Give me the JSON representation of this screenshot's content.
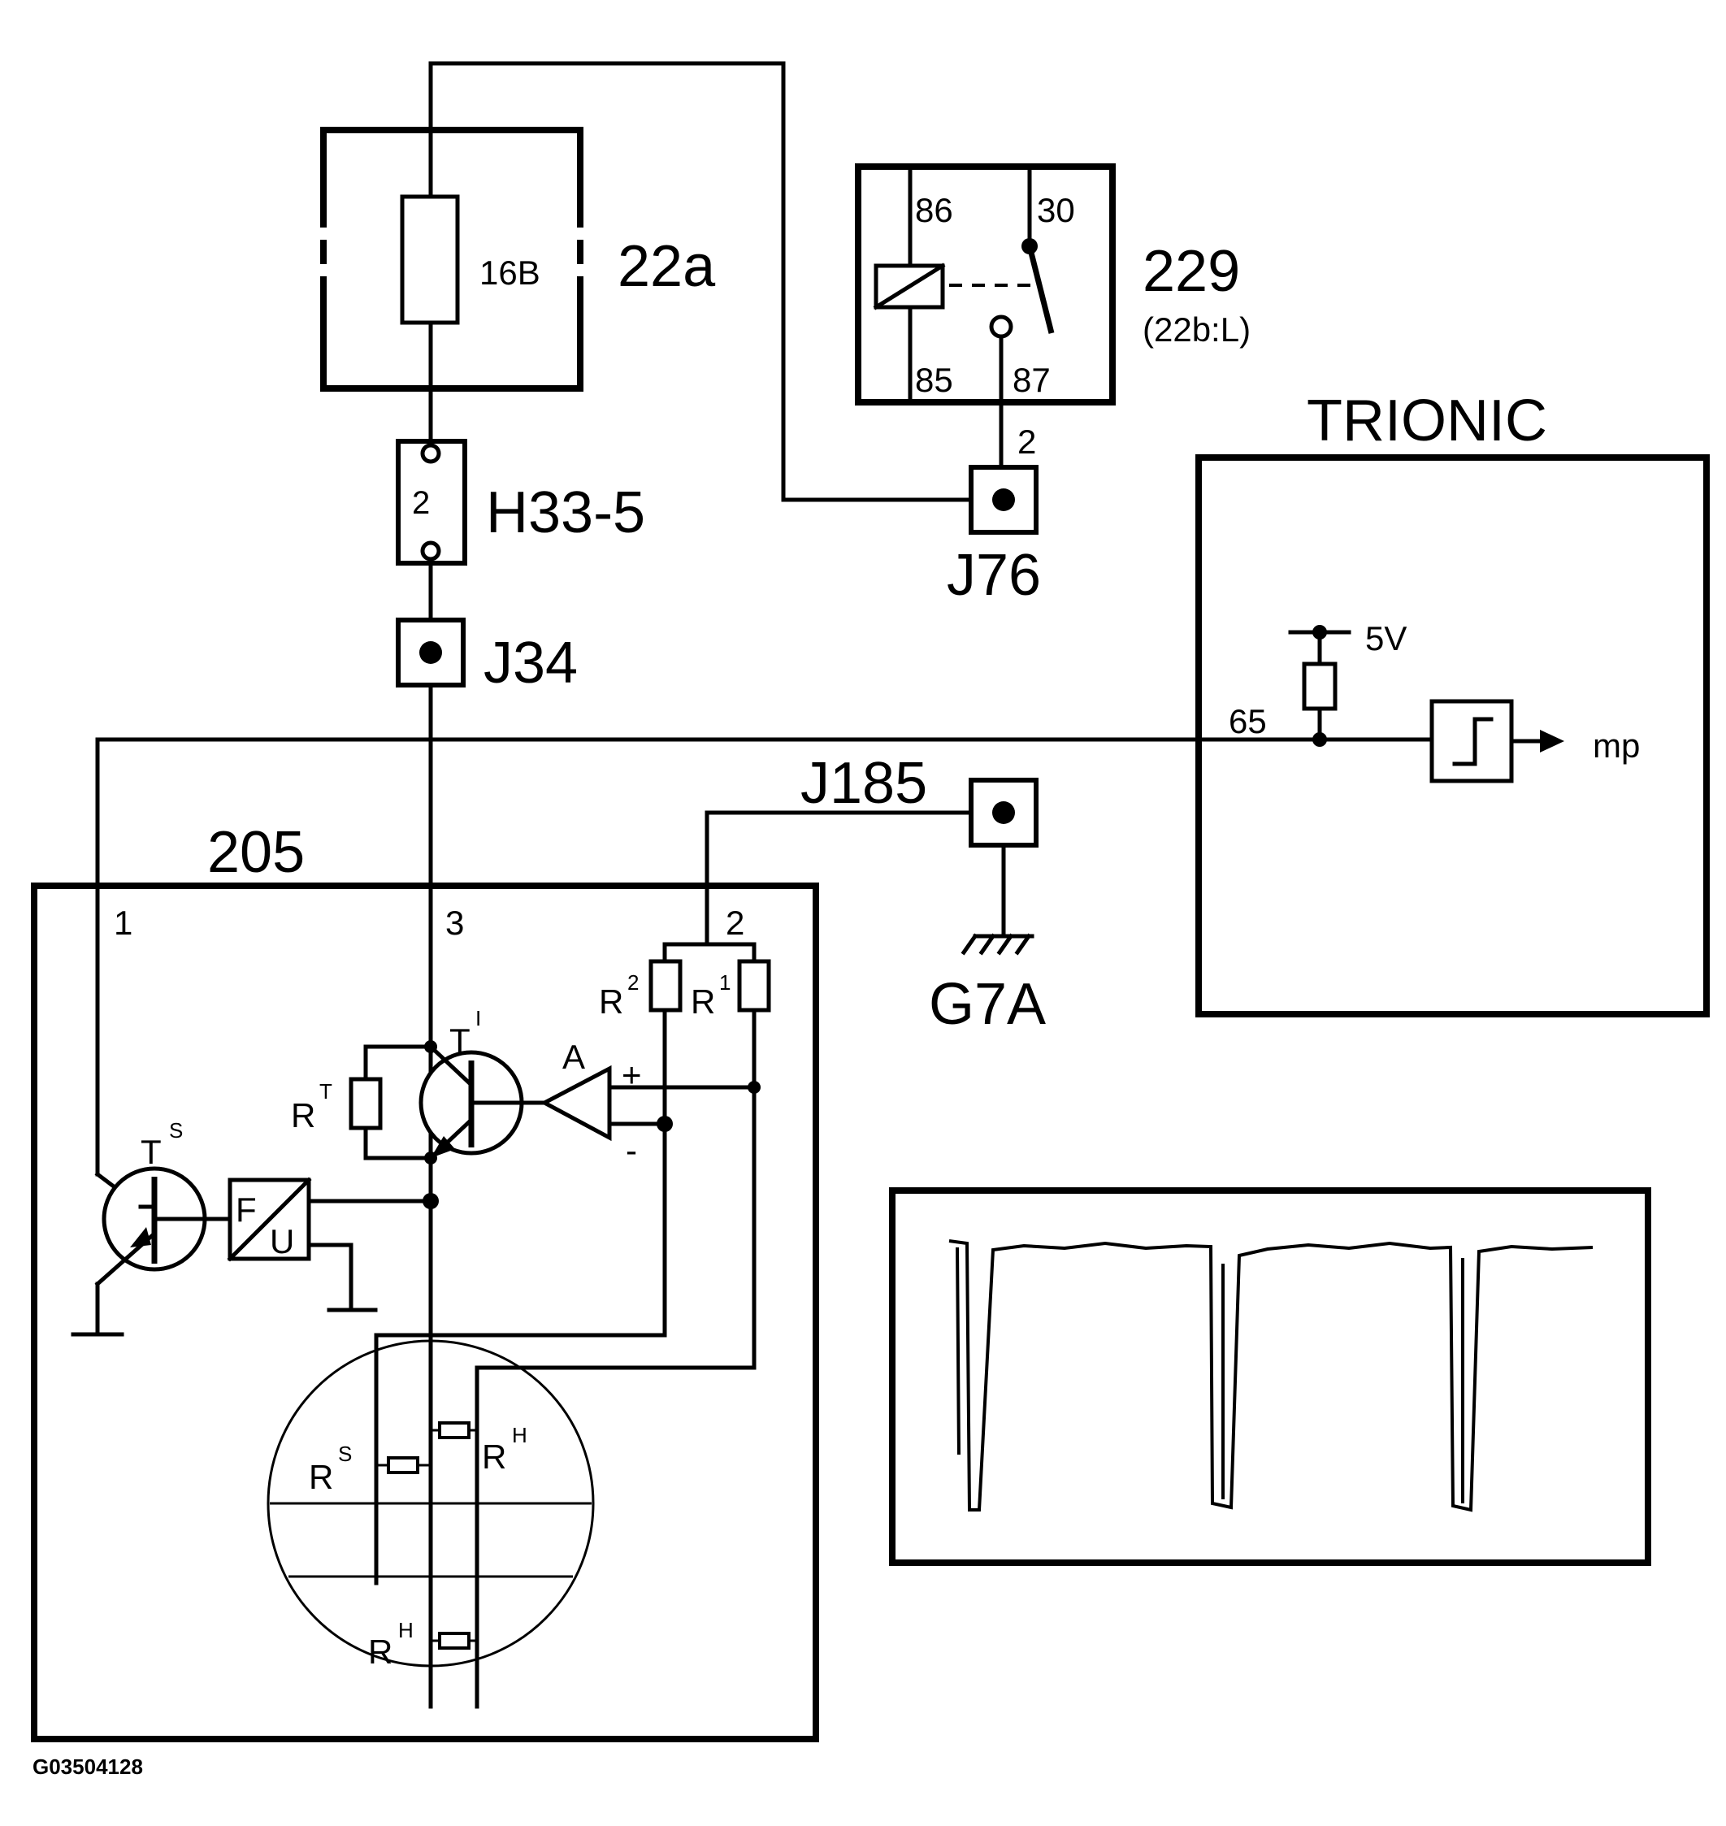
{
  "labels": {
    "fuse_holder": "22a",
    "fuse": "16B",
    "relay": "229",
    "relay_location": "(22b:L)",
    "relay_pin_86": "86",
    "relay_pin_30": "30",
    "relay_pin_85": "85",
    "relay_pin_87": "87",
    "connector_h33": "H33-5",
    "connector_h33_pin": "2",
    "junction_j76": "J76",
    "junction_j76_pin": "2",
    "junction_j34": "J34",
    "junction_j185": "J185",
    "ecu": "TRIONIC",
    "ecu_pin": "65",
    "ecu_supply": "5V",
    "ecu_output": "mp",
    "sensor": "205",
    "sensor_pin_1": "1",
    "sensor_pin_2": "2",
    "sensor_pin_3": "3",
    "r2": "R",
    "r2_sup": "2",
    "r1": "R",
    "r1_sup": "1",
    "rt": "R",
    "rt_sup": "T",
    "ti": "T",
    "ti_sup": "I",
    "ts": "T",
    "ts_sup": "S",
    "amp": "A",
    "amp_plus": "+",
    "amp_minus": "-",
    "fu_f": "F",
    "fu_u": "U",
    "rs": "R",
    "rs_sup": "S",
    "rh_top": "R",
    "rh_top_sup": "H",
    "rh_bottom": "R",
    "rh_bottom_sup": "H",
    "ground": "G7A",
    "figure_code": "G03504128"
  }
}
